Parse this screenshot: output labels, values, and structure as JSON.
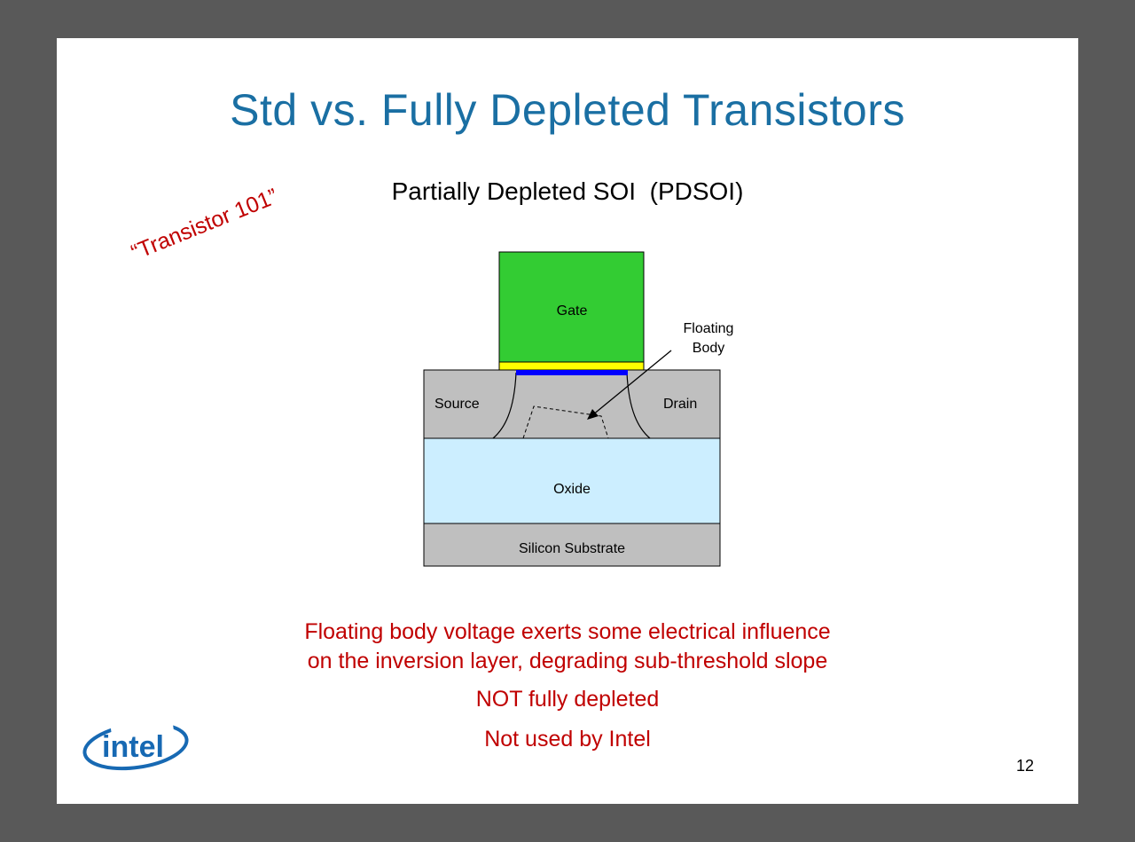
{
  "slide": {
    "title": "Std vs. Fully Depleted Transistors",
    "subtitle": "Partially Depleted SOI  (PDSOI)",
    "tag": "“Transistor 101”",
    "page_number": "12",
    "logo_text": "intel"
  },
  "diagram": {
    "gate_label": "Gate",
    "floating_label_line1": "Floating",
    "floating_label_line2": "Body",
    "source_label": "Source",
    "drain_label": "Drain",
    "oxide_label": "Oxide",
    "substrate_label": "Silicon Substrate",
    "colors": {
      "gate": "#33cc33",
      "gate_oxide": "#ffff00",
      "channel": "#0000ff",
      "silicon": "#bfbfbf",
      "oxide": "#cceeff",
      "substrate": "#bfbfbf"
    }
  },
  "captions": {
    "line1": "Floating body voltage exerts some electrical influence",
    "line2": "on the inversion layer, degrading sub-threshold slope",
    "line3": "NOT fully depleted",
    "line4": "Not used by Intel"
  },
  "colors": {
    "title": "#1a6fa3",
    "caption": "#c00000",
    "logo": "#1769b3"
  }
}
